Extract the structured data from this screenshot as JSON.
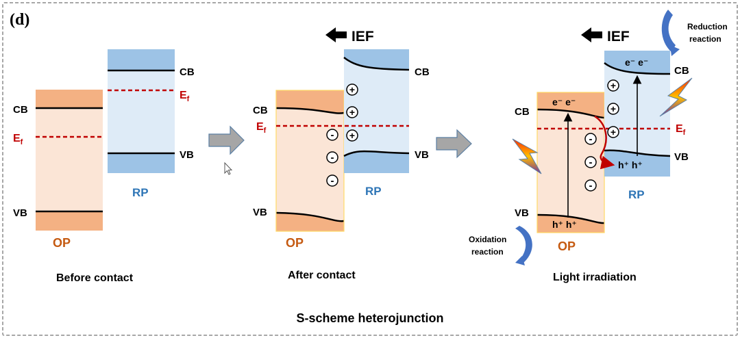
{
  "panel_label": "(d)",
  "caption": "S-scheme heterojunction",
  "labels": {
    "cb": "CB",
    "vb": "VB",
    "ef_main": "E",
    "ef_sub": "f",
    "op": "OP",
    "rp": "RP",
    "ief": "IEF",
    "plus": "+",
    "minus": "-",
    "electron_pair": "e⁻ e⁻",
    "hole_pair": "h⁺ h⁺"
  },
  "stages": [
    {
      "title": "Before contact"
    },
    {
      "title": "After contact"
    },
    {
      "title": "Light irradiation"
    }
  ],
  "reactions": {
    "reduction_line1": "Reduction",
    "reduction_line2": "reaction",
    "oxidation_line1": "Oxidation",
    "oxidation_line2": "reaction"
  },
  "colors": {
    "op_band": "#f4b183",
    "op_body": "#fbe5d6",
    "rp_band": "#9dc3e6",
    "rp_body": "#deebf7",
    "op_text": "#c55a11",
    "rp_text": "#2e75b6",
    "fermi": "#c00000",
    "border": "#a6a6a6",
    "arrow_fill": "#a6a6a6",
    "arrow_stroke": "#5b7fa3"
  }
}
